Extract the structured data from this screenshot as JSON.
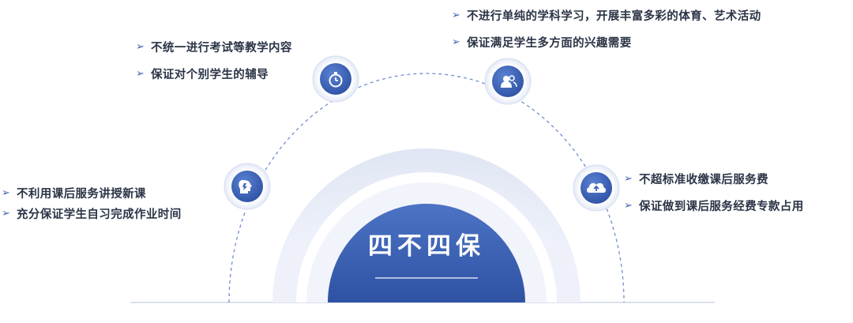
{
  "center": {
    "title": "四不四保"
  },
  "colors": {
    "accent": "#3b63b4",
    "accent_dark": "#2c4d9b",
    "text": "#2b3446",
    "ring_light": "#e7ebf7",
    "dashed_arc": "#6f8ed0"
  },
  "groups": [
    {
      "icon": "lightbulb-head-icon",
      "items": [
        "不利用课后服务讲授新课",
        "充分保证学生自习完成作业时间"
      ]
    },
    {
      "icon": "stopwatch-icon",
      "items": [
        "不统一进行考试等教学内容",
        "保证对个别学生的辅导"
      ]
    },
    {
      "icon": "users-icon",
      "items": [
        "不进行单纯的学科学习，开展丰富多彩的体育、艺术活动",
        "保证满足学生多方面的兴趣需要"
      ]
    },
    {
      "icon": "cloud-upload-icon",
      "items": [
        "不超标准收缴课后服务费",
        "保证做到课后服务经费专款占用"
      ]
    }
  ],
  "item_marker": "➢"
}
